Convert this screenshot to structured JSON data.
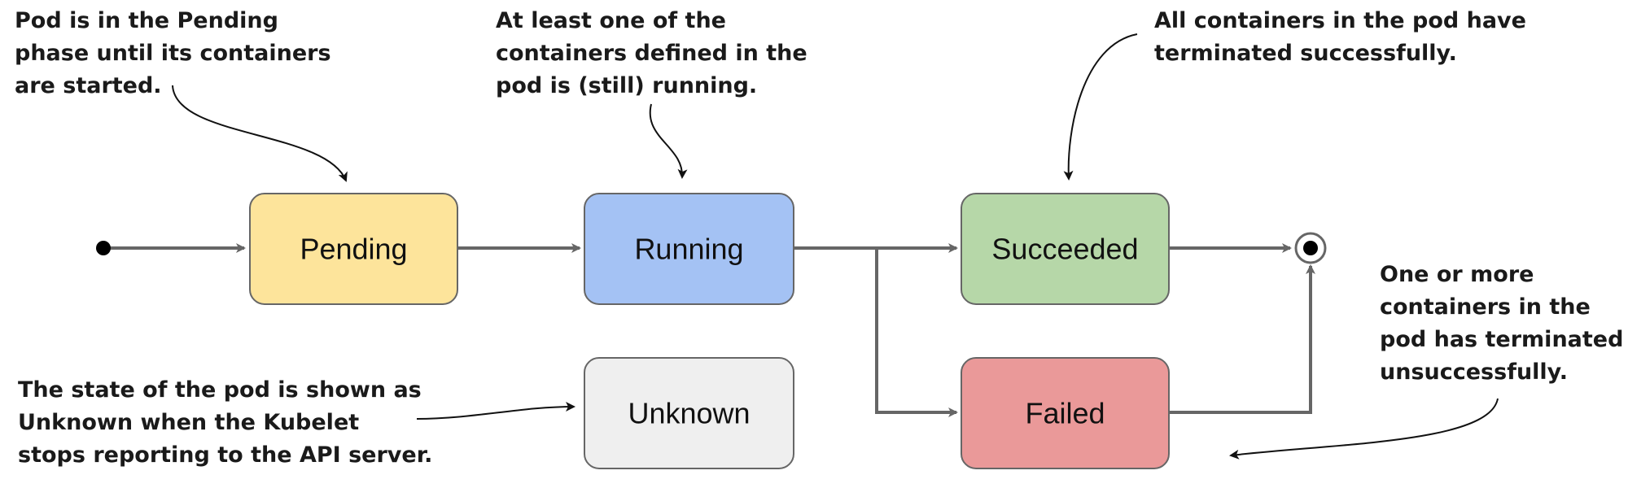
{
  "colors": {
    "pending": "#fde49b",
    "running": "#a4c2f4",
    "succeeded": "#b6d7a8",
    "failed": "#ea9999",
    "unknown": "#efefef",
    "box_border": "#666666",
    "arrow": "#666666",
    "text": "#1a1a1a"
  },
  "states": {
    "pending": "Pending",
    "running": "Running",
    "succeeded": "Succeeded",
    "failed": "Failed",
    "unknown": "Unknown"
  },
  "annotations": {
    "pending": [
      "Pod is in the Pending",
      "phase until its containers",
      "are started."
    ],
    "running": [
      "At least one of the",
      "containers defined in the",
      "pod is (still) running."
    ],
    "succeeded": [
      "All containers in the pod have",
      "terminated successfully."
    ],
    "failed": [
      "One or more",
      "containers in the",
      "pod has terminated",
      "unsuccessfully."
    ],
    "unknown": [
      "The state of the pod is shown as",
      "Unknown when the Kubelet",
      "stops reporting to the API server."
    ]
  }
}
